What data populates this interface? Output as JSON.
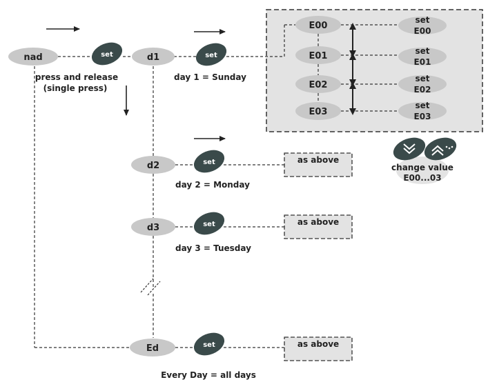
{
  "nodes": {
    "nad": "nad",
    "d1": "d1",
    "d2": "d2",
    "d3": "d3",
    "ed": "Ed",
    "e00": "E00",
    "e01": "E01",
    "e02": "E02",
    "e03": "E03"
  },
  "set_label": "set",
  "set_items": [
    {
      "line1": "set",
      "line2": "E00"
    },
    {
      "line1": "set",
      "line2": "E01"
    },
    {
      "line1": "set",
      "line2": "E02"
    },
    {
      "line1": "set",
      "line2": "E03"
    }
  ],
  "captions": {
    "press_line1": "press and release",
    "press_line2": "(single press)",
    "day1": "day 1 = Sunday",
    "day2": "day 2 = Monday",
    "day3": "day 3 = Tuesday",
    "every_day": "Every Day = all days",
    "change_value_line1": "change value",
    "change_value_line2": "E00...03"
  },
  "as_above": "as above",
  "colors": {
    "node_fill": "#c8c8c8",
    "set_fill": "#3a4a4a",
    "panel_fill": "#e3e3e3",
    "line": "#333333"
  },
  "icons": [
    "down-chevron-icon",
    "up-chevron-icon"
  ]
}
